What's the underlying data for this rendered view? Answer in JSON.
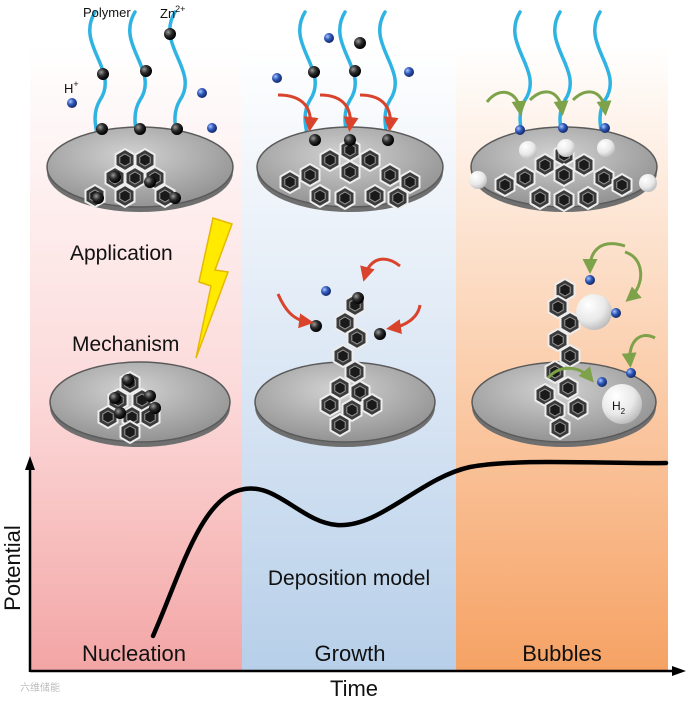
{
  "labels": {
    "polymer": "Polymer",
    "zn": "Zn",
    "zn_sup": "2+",
    "h": "H",
    "h_sup": "+",
    "application": "Application",
    "mechanism": "Mechanism",
    "h2": "H",
    "h2_sub": "2",
    "deposition_model": "Deposition model",
    "potential_axis": "Potential",
    "time_axis": "Time"
  },
  "stages": [
    {
      "name": "Nucleation",
      "color": "#f6b4b4"
    },
    {
      "name": "Growth",
      "color": "#c9dcf0"
    },
    {
      "name": "Bubbles",
      "color": "#f8b27a"
    }
  ],
  "watermark": "六维储能",
  "colors": {
    "polymer": "#2fb3e3",
    "zinc_ion": "#222222",
    "proton": "#2a4fa8",
    "red_arrow": "#d9432c",
    "green_arrow": "#7ea24a",
    "bolt": "#ffe500",
    "curve": "#000000"
  }
}
